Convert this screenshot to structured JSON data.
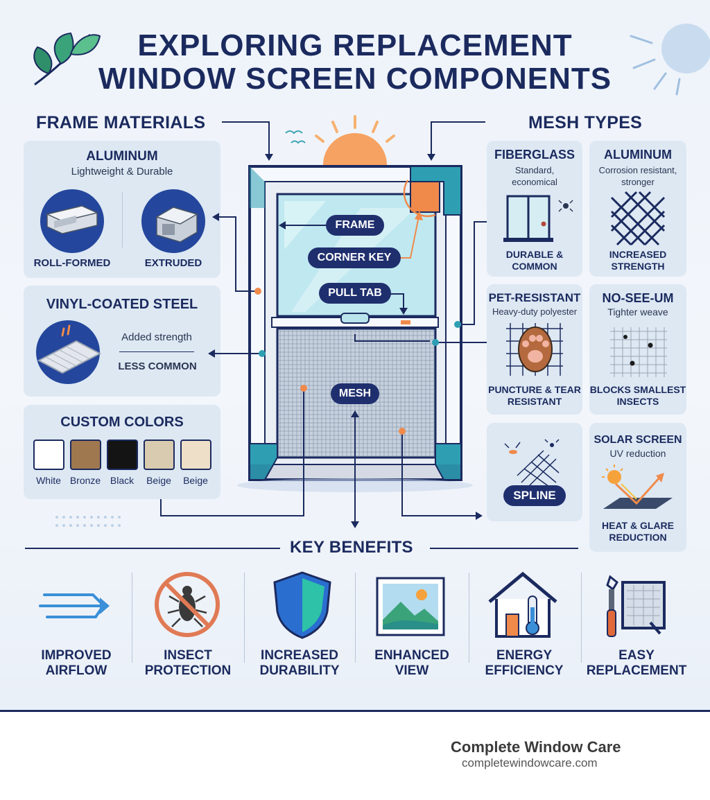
{
  "title": {
    "line1": "EXPLORING REPLACEMENT",
    "line2": "WINDOW SCREEN COMPONENTS"
  },
  "frame_materials": {
    "heading": "FRAME MATERIALS",
    "aluminum": {
      "title": "ALUMINUM",
      "subtitle": "Lightweight & Durable",
      "options": [
        "ROLL-FORMED",
        "EXTRUDED"
      ]
    },
    "vinyl": {
      "title": "VINYL-COATED STEEL",
      "note1": "Added strength",
      "note2": "LESS COMMON"
    },
    "colors": {
      "title": "CUSTOM COLORS",
      "swatches": [
        {
          "name": "White",
          "hex": "#ffffff"
        },
        {
          "name": "Bronze",
          "hex": "#a07850"
        },
        {
          "name": "Black",
          "hex": "#141414"
        },
        {
          "name": "Beige",
          "hex": "#d8cbb0"
        },
        {
          "name": "Beige",
          "hex": "#eee0c8"
        }
      ]
    }
  },
  "window_labels": {
    "frame": "FRAME",
    "corner_key": "CORNER KEY",
    "pull_tab": "PULL TAB",
    "mesh": "MESH"
  },
  "mesh_types": {
    "heading": "MESH TYPES",
    "fiberglass": {
      "title": "FIBERGLASS",
      "subtitle": "Standard, economical",
      "caption": "DURABLE & COMMON"
    },
    "aluminum": {
      "title": "ALUMINUM",
      "subtitle": "Corrosion resistant, stronger",
      "caption": "INCREASED STRENGTH"
    },
    "pet": {
      "title": "PET-RESISTANT",
      "subtitle": "Heavy-duty polyester",
      "caption": "PUNCTURE & TEAR RESISTANT"
    },
    "nosee": {
      "title": "NO-SEE-UM",
      "subtitle": "Tighter weave",
      "caption": "BLOCKS SMALLEST INSECTS"
    },
    "spline": {
      "label": "SPLINE"
    },
    "solar": {
      "title": "SOLAR SCREEN",
      "subtitle": "UV reduction",
      "caption": "HEAT & GLARE REDUCTION"
    }
  },
  "benefits": {
    "heading": "KEY BENEFITS",
    "items": [
      {
        "line1": "IMPROVED",
        "line2": "AIRFLOW",
        "icon": "airflow-icon"
      },
      {
        "line1": "INSECT",
        "line2": "PROTECTION",
        "icon": "no-insect-icon"
      },
      {
        "line1": "INCREASED",
        "line2": "DURABILITY",
        "icon": "shield-icon"
      },
      {
        "line1": "ENHANCED",
        "line2": "VIEW",
        "icon": "landscape-icon"
      },
      {
        "line1": "ENERGY",
        "line2": "EFFICIENCY",
        "icon": "house-thermometer-icon"
      },
      {
        "line1": "EASY",
        "line2": "REPLACEMENT",
        "icon": "wrench-screen-icon"
      }
    ]
  },
  "footer": {
    "brand": "Complete Window Care",
    "url": "completewindowcare.com"
  },
  "colors": {
    "navy": "#1b2a5e",
    "teal": "#2e9fb3",
    "orange": "#f08a4b",
    "card": "#dde8f3"
  }
}
